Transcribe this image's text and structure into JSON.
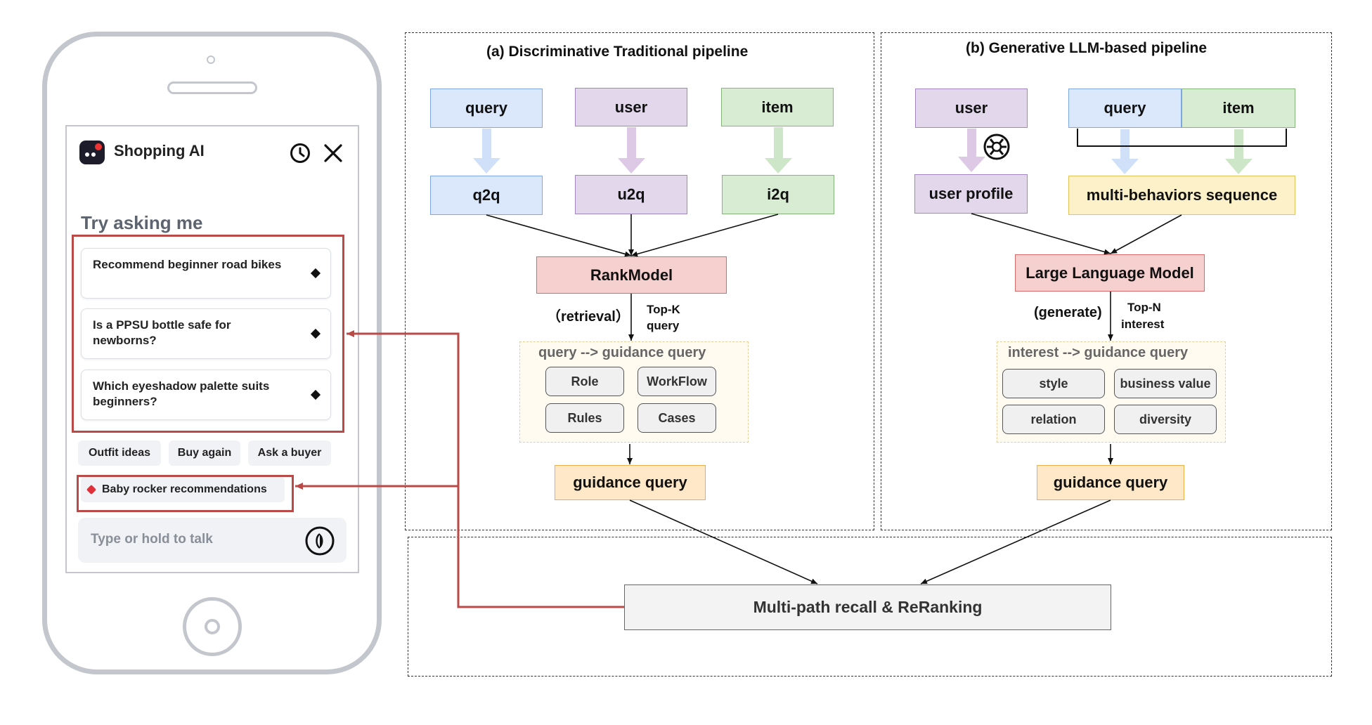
{
  "phone": {
    "app_name": "Shopping AI",
    "heading": "Try asking me",
    "suggestions": [
      "Recommend beginner road bikes",
      "Is a PPSU bottle safe for newborns?",
      "Which eyeshadow palette suits beginners?"
    ],
    "pills": [
      "Outfit ideas",
      "Buy again",
      "Ask a buyer"
    ],
    "highlight_pill": "Baby rocker recommendations",
    "input_placeholder": "Type or hold to talk"
  },
  "left_pipeline": {
    "title": "(a)  Discriminative Traditional pipeline",
    "inputs": [
      "query",
      "user",
      "item"
    ],
    "transforms": [
      "q2q",
      "u2q",
      "i2q"
    ],
    "model": "RankModel",
    "step_label": "（retrieval）",
    "topk_label_1": "Top-K",
    "topk_label_2": "query",
    "guidance_title": "query --> guidance query",
    "chips": [
      "Role",
      "WorkFlow",
      "Rules",
      "Cases"
    ],
    "output": "guidance query"
  },
  "right_pipeline": {
    "title": "(b)  Generative LLM-based pipeline",
    "user": "user",
    "query": "query",
    "item": "item",
    "user_profile": "user profile",
    "sequence": "multi-behaviors sequence",
    "model": "Large Language Model",
    "step_label": "(generate)",
    "topn_label_1": "Top-N",
    "topn_label_2": "interest",
    "guidance_title": "interest --> guidance query",
    "chips": [
      "style",
      "business value",
      "relation",
      "diversity"
    ],
    "output": "guidance query"
  },
  "final": {
    "label": "Multi-path recall & ReRanking"
  },
  "colors": {
    "blue": "#dbe8fb",
    "purple": "#e3d7ec",
    "green": "#d8ecd4",
    "red": "#f6cfcf",
    "orange": "#ffe8c8",
    "yellow": "#fdf1c9",
    "highlight": "#b94a48"
  }
}
